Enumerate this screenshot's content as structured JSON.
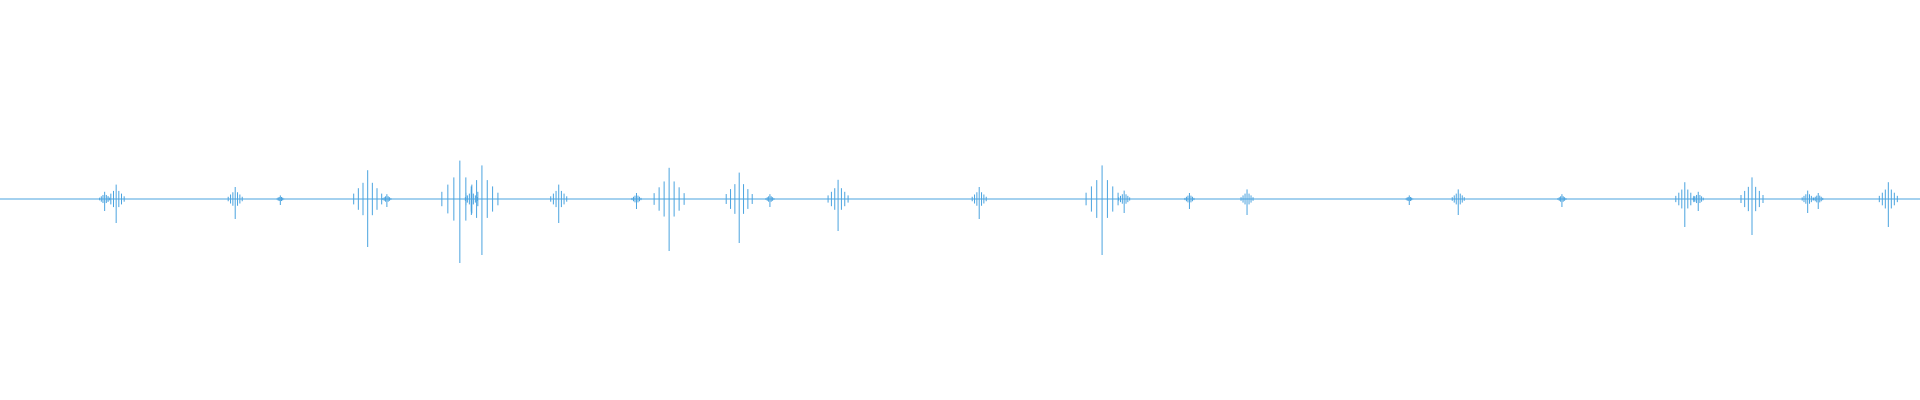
{
  "waveform": {
    "color": "#4aa3df",
    "background": "#ffffff",
    "bursts": [
      {
        "t": 0.0545,
        "amp": 0.03
      },
      {
        "t": 0.0605,
        "amp": 0.06
      },
      {
        "t": 0.1225,
        "amp": 0.05
      },
      {
        "t": 0.146,
        "amp": 0.015
      },
      {
        "t": 0.1915,
        "amp": 0.12
      },
      {
        "t": 0.2015,
        "amp": 0.02
      },
      {
        "t": 0.2395,
        "amp": 0.16
      },
      {
        "t": 0.2455,
        "amp": 0.04
      },
      {
        "t": 0.251,
        "amp": 0.14
      },
      {
        "t": 0.291,
        "amp": 0.06
      },
      {
        "t": 0.3315,
        "amp": 0.025
      },
      {
        "t": 0.3485,
        "amp": 0.13
      },
      {
        "t": 0.385,
        "amp": 0.11
      },
      {
        "t": 0.401,
        "amp": 0.02
      },
      {
        "t": 0.4365,
        "amp": 0.08
      },
      {
        "t": 0.51,
        "amp": 0.05
      },
      {
        "t": 0.574,
        "amp": 0.14
      },
      {
        "t": 0.5855,
        "amp": 0.035
      },
      {
        "t": 0.6195,
        "amp": 0.025
      },
      {
        "t": 0.6495,
        "amp": 0.04
      },
      {
        "t": 0.734,
        "amp": 0.015
      },
      {
        "t": 0.7595,
        "amp": 0.04
      },
      {
        "t": 0.8135,
        "amp": 0.02
      },
      {
        "t": 0.8775,
        "amp": 0.07
      },
      {
        "t": 0.8845,
        "amp": 0.03
      },
      {
        "t": 0.9125,
        "amp": 0.09
      },
      {
        "t": 0.9415,
        "amp": 0.035
      },
      {
        "t": 0.947,
        "amp": 0.025
      },
      {
        "t": 0.9835,
        "amp": 0.07
      }
    ]
  }
}
